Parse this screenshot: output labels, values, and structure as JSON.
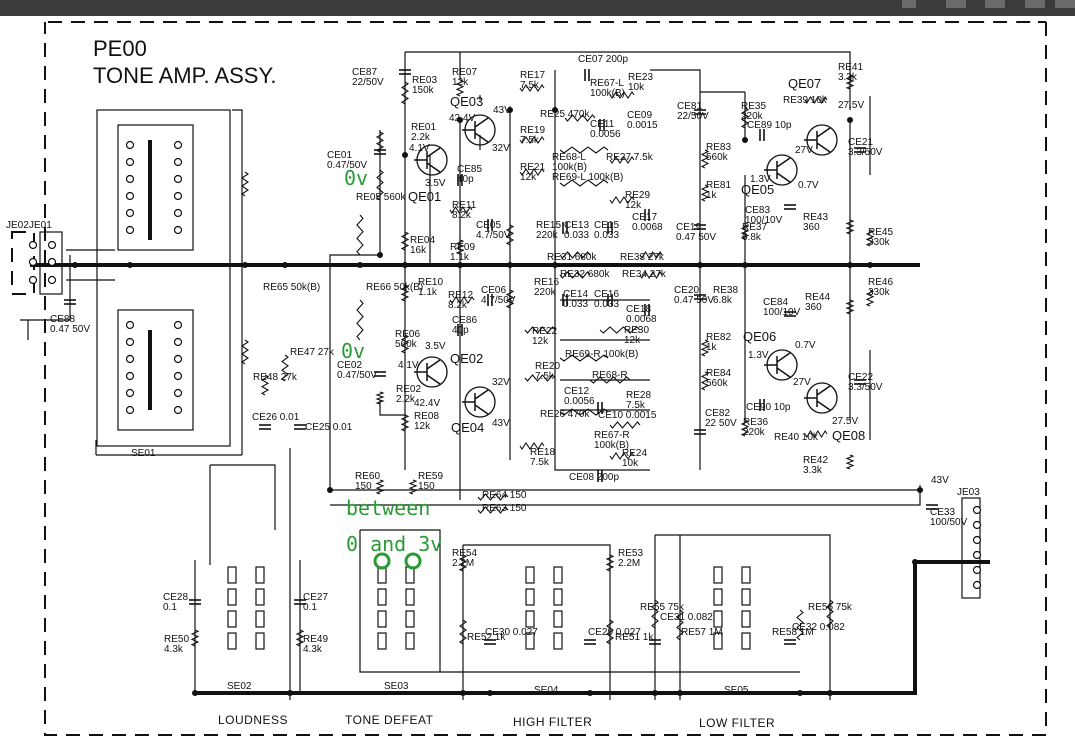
{
  "title": {
    "line1": "PE00",
    "line2": "TONE AMP. ASSY."
  },
  "sections": {
    "se01": "SE01",
    "se02": "SE02",
    "se03": "SE03",
    "se04": "SE04",
    "se05": "SE05"
  },
  "section_names": {
    "loudness": "LOUDNESS",
    "tone_defeat": "TONE DEFEAT",
    "high_filter": "HIGH FILTER",
    "low_filter": "LOW FILTER"
  },
  "connectors": {
    "je01": "JE01",
    "je02": "JE02",
    "je03": "JE03"
  },
  "annotations": {
    "v_top": "0v",
    "v_bottom": "0v",
    "between1": "between",
    "between2": "0 and 3v",
    "marker_color": "#2a9a34"
  },
  "transistors": {
    "qe01": "QE01",
    "qe02": "QE02",
    "qe03": "QE03",
    "qe04": "QE04",
    "qe05": "QE05",
    "qe06": "QE06",
    "qe07": "QE07",
    "qe08": "QE08"
  },
  "voltages": {
    "v43a": "43V",
    "v424a": "42.4V",
    "v32a": "32V",
    "v41a": "4.1V",
    "v35a": "3.5V",
    "v35b": "3.5V",
    "v41b": "4.1V",
    "v424b": "42.4V",
    "v32b": "32V",
    "v43b": "43V",
    "v275a": "27.5V",
    "v27a": "27V",
    "v13a": "1.3V",
    "v07a": "0.7V",
    "v13b": "1.3V",
    "v07b": "0.7V",
    "v27b": "27V",
    "v275b": "27.5V",
    "v43c": "43V"
  },
  "components": [
    {
      "id": "ce87",
      "name": "CE87",
      "value": "22/50V"
    },
    {
      "id": "re03",
      "name": "RE03",
      "value": "150k"
    },
    {
      "id": "re07",
      "name": "RE07",
      "value": "12k"
    },
    {
      "id": "re01",
      "name": "RE01",
      "value": "2.2k"
    },
    {
      "id": "ce01",
      "name": "CE01",
      "value": "0.47/50V"
    },
    {
      "id": "re05",
      "name": "RE05",
      "value": "560k"
    },
    {
      "id": "ce85",
      "name": "CE85",
      "value": "40p"
    },
    {
      "id": "re11",
      "name": "RE11",
      "value": "8.2k"
    },
    {
      "id": "re04",
      "name": "RE04",
      "value": "16k"
    },
    {
      "id": "re09",
      "name": "RE09",
      "value": "1.1k"
    },
    {
      "id": "ce05",
      "name": "CE05",
      "value": "4.7/50V"
    },
    {
      "id": "re17",
      "name": "RE17",
      "value": "7.5k"
    },
    {
      "id": "ce07",
      "name": "CE07",
      "value": "200p"
    },
    {
      "id": "re23",
      "name": "RE23",
      "value": "10k"
    },
    {
      "id": "re67l",
      "name": "RE67-L",
      "value": "100k(B)"
    },
    {
      "id": "re25",
      "name": "RE25",
      "value": "470k"
    },
    {
      "id": "ce09",
      "name": "CE09",
      "value": "0.0015"
    },
    {
      "id": "re19",
      "name": "RE19",
      "value": "7.5k"
    },
    {
      "id": "ce11",
      "name": "CE11",
      "value": "0.0056"
    },
    {
      "id": "re68l",
      "name": "RE68-L",
      "value": "100k(B)"
    },
    {
      "id": "re27",
      "name": "RE27",
      "value": "7.5k"
    },
    {
      "id": "re21",
      "name": "RE21",
      "value": "12k"
    },
    {
      "id": "re69l",
      "name": "RE69-L",
      "value": "100k(B)"
    },
    {
      "id": "re29",
      "name": "RE29",
      "value": "12k"
    },
    {
      "id": "re15",
      "name": "RE15",
      "value": "220k"
    },
    {
      "id": "ce13",
      "name": "CE13",
      "value": "0.033"
    },
    {
      "id": "ce15",
      "name": "CE15",
      "value": "0.033"
    },
    {
      "id": "ce17",
      "name": "CE17",
      "value": "0.0068"
    },
    {
      "id": "ce19",
      "name": "CE19",
      "value": "0.47 50V"
    },
    {
      "id": "re31",
      "name": "RE31",
      "value": "680k"
    },
    {
      "id": "re33",
      "name": "RE33",
      "value": "27k"
    },
    {
      "id": "ce81",
      "name": "CE81",
      "value": "22/50V"
    },
    {
      "id": "re35",
      "name": "RE35",
      "value": "220k"
    },
    {
      "id": "re83",
      "name": "RE83",
      "value": "560k"
    },
    {
      "id": "re81",
      "name": "RE81",
      "value": "1k"
    },
    {
      "id": "re37",
      "name": "RE37",
      "value": "6.8k"
    },
    {
      "id": "ce89",
      "name": "CE89",
      "value": "10p"
    },
    {
      "id": "re39",
      "name": "RE39",
      "value": "10k"
    },
    {
      "id": "re41",
      "name": "RE41",
      "value": "3.3k"
    },
    {
      "id": "ce21",
      "name": "CE21",
      "value": "3.3/50V"
    },
    {
      "id": "ce83",
      "name": "CE83",
      "value": "100/10V"
    },
    {
      "id": "re43",
      "name": "RE43",
      "value": "360"
    },
    {
      "id": "re45",
      "name": "RE45",
      "value": "330k"
    },
    {
      "id": "re10",
      "name": "RE10",
      "value": "1.1k"
    },
    {
      "id": "re12",
      "name": "RE12",
      "value": "8.2k"
    },
    {
      "id": "ce06",
      "name": "CE06",
      "value": "4.7/50V"
    },
    {
      "id": "re06",
      "name": "RE06",
      "value": "560k"
    },
    {
      "id": "ce86",
      "name": "CE86",
      "value": "40p"
    },
    {
      "id": "ce02",
      "name": "CE02",
      "value": "0.47/50V"
    },
    {
      "id": "re02",
      "name": "RE02",
      "value": "2.2k"
    },
    {
      "id": "re08",
      "name": "RE08",
      "value": "12k"
    },
    {
      "id": "re16",
      "name": "RE16",
      "value": "220k"
    },
    {
      "id": "re32",
      "name": "RE32",
      "value": "680k"
    },
    {
      "id": "re34",
      "name": "RE34",
      "value": "27k"
    },
    {
      "id": "ce14",
      "name": "CE14",
      "value": "0.033"
    },
    {
      "id": "ce16",
      "name": "CE16",
      "value": "0.033"
    },
    {
      "id": "ce18",
      "name": "CE18",
      "value": "0.0068"
    },
    {
      "id": "ce20",
      "name": "CE20",
      "value": "0.47 50V"
    },
    {
      "id": "re38",
      "name": "RE38",
      "value": "6.8k"
    },
    {
      "id": "re22",
      "name": "RE22",
      "value": "12k"
    },
    {
      "id": "re30",
      "name": "RE30",
      "value": "12k"
    },
    {
      "id": "re69r",
      "name": "RE69-R",
      "value": "100k(B)"
    },
    {
      "id": "re20",
      "name": "RE20",
      "value": "7.5k"
    },
    {
      "id": "re68r",
      "name": "RE68-R",
      "value": ""
    },
    {
      "id": "ce12",
      "name": "CE12",
      "value": "0.0056"
    },
    {
      "id": "re28",
      "name": "RE28",
      "value": "7.5k"
    },
    {
      "id": "re26",
      "name": "RE26",
      "value": "470k"
    },
    {
      "id": "ce10",
      "name": "CE10",
      "value": "0.0015"
    },
    {
      "id": "re67r",
      "name": "RE67-R",
      "value": "100k(B)"
    },
    {
      "id": "re18",
      "name": "RE18",
      "value": "7.5k"
    },
    {
      "id": "re24",
      "name": "RE24",
      "value": "10k"
    },
    {
      "id": "ce08",
      "name": "CE08",
      "value": "200p"
    },
    {
      "id": "re82",
      "name": "RE82",
      "value": "1k"
    },
    {
      "id": "re84",
      "name": "RE84",
      "value": "560k"
    },
    {
      "id": "ce82",
      "name": "CE82",
      "value": "22 50V"
    },
    {
      "id": "re36",
      "name": "RE36",
      "value": "220k"
    },
    {
      "id": "ce84",
      "name": "CE84",
      "value": "100/10V"
    },
    {
      "id": "re44",
      "name": "RE44",
      "value": "360"
    },
    {
      "id": "re46",
      "name": "RE46",
      "value": "330k"
    },
    {
      "id": "ce90",
      "name": "CE90",
      "value": "10p"
    },
    {
      "id": "re40",
      "name": "RE40",
      "value": "10k"
    },
    {
      "id": "ce22",
      "name": "CE22",
      "value": "3.3/50V"
    },
    {
      "id": "re42",
      "name": "RE42",
      "value": "3.3k"
    },
    {
      "id": "ce88",
      "name": "CE88",
      "value": "0.47 50V"
    },
    {
      "id": "re48",
      "name": "RE48",
      "value": "27k"
    },
    {
      "id": "re47",
      "name": "RE47",
      "value": "27k"
    },
    {
      "id": "ce26",
      "name": "CE26",
      "value": "0.01"
    },
    {
      "id": "ce25",
      "name": "CE25",
      "value": "0.01"
    },
    {
      "id": "re65",
      "name": "RE65",
      "value": "50k(B)"
    },
    {
      "id": "re66",
      "name": "RE66",
      "value": "50k(B)"
    },
    {
      "id": "re60",
      "name": "RE60",
      "value": "150"
    },
    {
      "id": "re59",
      "name": "RE59",
      "value": "150"
    },
    {
      "id": "re64",
      "name": "RE64",
      "value": "150"
    },
    {
      "id": "re63",
      "name": "RE63",
      "value": "150"
    },
    {
      "id": "ce33",
      "name": "CE33",
      "value": "100/50V"
    },
    {
      "id": "re54",
      "name": "RE54",
      "value": "2.2M"
    },
    {
      "id": "re53",
      "name": "RE53",
      "value": "2.2M"
    },
    {
      "id": "ce28",
      "name": "CE28",
      "value": "0.1"
    },
    {
      "id": "ce27",
      "name": "CE27",
      "value": "0.1"
    },
    {
      "id": "re50",
      "name": "RE50",
      "value": "4.3k"
    },
    {
      "id": "re49",
      "name": "RE49",
      "value": "4.3k"
    },
    {
      "id": "re52",
      "name": "RE52",
      "value": "1k"
    },
    {
      "id": "ce30",
      "name": "CE30",
      "value": "0.027"
    },
    {
      "id": "ce29",
      "name": "CE29",
      "value": "0.027"
    },
    {
      "id": "re51",
      "name": "RE51",
      "value": "1k"
    },
    {
      "id": "re55",
      "name": "RE55",
      "value": "75k"
    },
    {
      "id": "ce31",
      "name": "CE31",
      "value": "0.082"
    },
    {
      "id": "re57",
      "name": "RE57",
      "value": "1M"
    },
    {
      "id": "re58",
      "name": "RE58",
      "value": "1M"
    },
    {
      "id": "ce32",
      "name": "CE32",
      "value": "0.082"
    },
    {
      "id": "re56",
      "name": "RE56",
      "value": "75k"
    }
  ]
}
